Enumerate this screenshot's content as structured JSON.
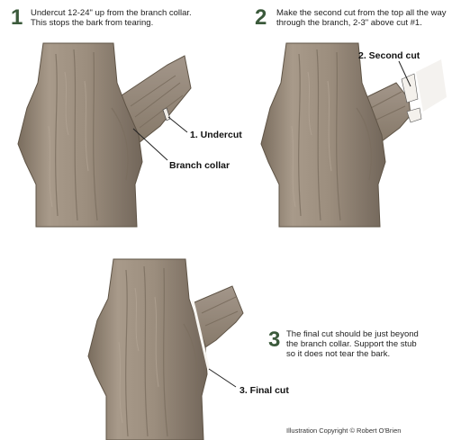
{
  "steps": [
    {
      "number": "1",
      "text_line1": "Undercut 12-24\" up from the branch collar.",
      "text_line2": "This stops the bark from tearing."
    },
    {
      "number": "2",
      "text_line1": "Make the second cut from the top all the way",
      "text_line2": "through the branch, 2-3\" above cut #1."
    },
    {
      "number": "3",
      "text_line1": "The final cut should be just beyond",
      "text_line2": "the branch collar. Support the stub",
      "text_line3": "so it does not tear the bark."
    }
  ],
  "labels": {
    "undercut": "1. Undercut",
    "branch_collar": "Branch collar",
    "second_cut": "2. Second cut",
    "final_cut": "3. Final cut"
  },
  "credit": "Illustration Copyright © Robert O'Brien",
  "colors": {
    "bark_light": "#a7998a",
    "bark_mid": "#948676",
    "bark_dark": "#6e6253",
    "step_number": "#3b5a3b"
  }
}
